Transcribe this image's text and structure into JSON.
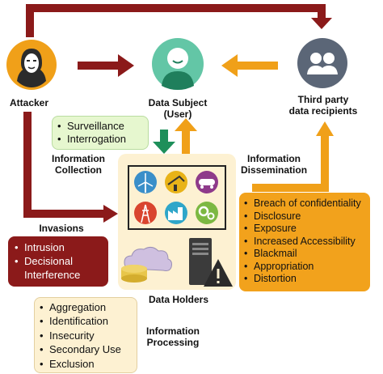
{
  "attacker": {
    "label": "Attacker"
  },
  "data_subject": {
    "label_line1": "Data Subject",
    "label_line2": "(User)"
  },
  "third_party": {
    "label_line1": "Third party",
    "label_line2": "data recipients"
  },
  "information_collection": {
    "title_line1": "Information",
    "title_line2": "Collection",
    "items": [
      "Surveillance",
      "Interrogation"
    ]
  },
  "information_dissemination": {
    "title_line1": "Information",
    "title_line2": "Dissemination",
    "items": [
      "Breach of confidentiality",
      "Disclosure",
      "Exposure",
      "Increased Accessibility",
      "Blackmail",
      "Appropriation",
      "Distortion"
    ]
  },
  "invasions": {
    "title": "Invasions",
    "items": [
      "Intrusion",
      "Decisional",
      "Interference"
    ]
  },
  "data_holders": {
    "label": "Data Holders"
  },
  "information_processing": {
    "title_line1": "Information",
    "title_line2": "Processing",
    "items": [
      "Aggregation",
      "Identification",
      "Insecurity",
      "Secondary Use",
      "Exclusion"
    ]
  },
  "colors": {
    "dark_red": "#8b1a1a",
    "orange": "#f0a019",
    "green": "#1e8f5a",
    "light_green_box": "#e6f7cf",
    "orange_box": "#f2a21c",
    "cream_box": "#fdf1d2",
    "icon_gray": "#5b6677"
  }
}
